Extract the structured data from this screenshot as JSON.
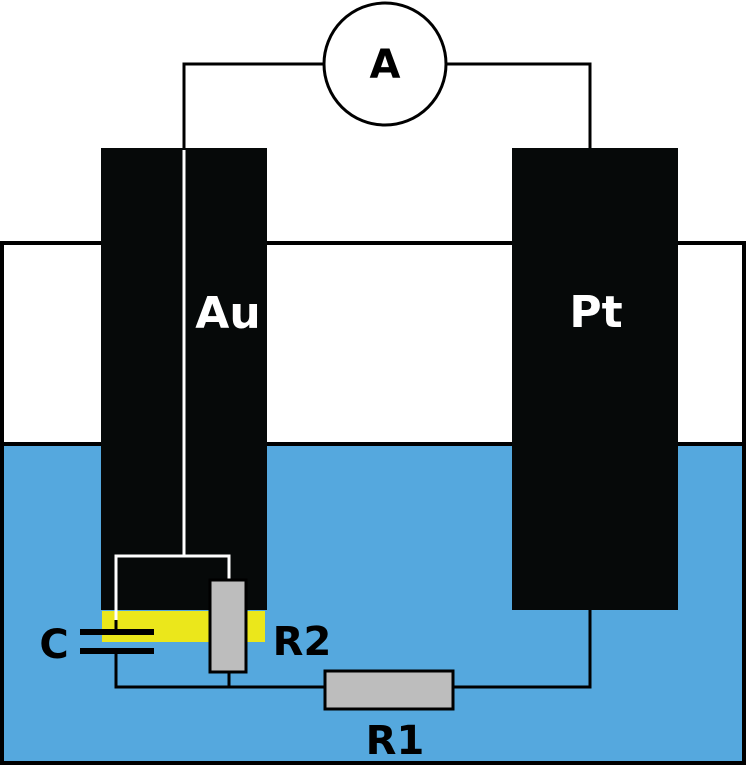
{
  "diagram": {
    "ammeter_symbol": "A",
    "electrode_left": "Au",
    "electrode_right": "Pt",
    "capacitor_label": "C",
    "resistor_1_label": "R1",
    "resistor_2_label": "R2"
  },
  "colors": {
    "electrolyte": "#55a8de",
    "electrode": "#060909",
    "gold_layer": "#ebe71b",
    "resistor_fill": "#bdbdbd",
    "wire": "#000000",
    "container_empty": "#ffffff"
  }
}
